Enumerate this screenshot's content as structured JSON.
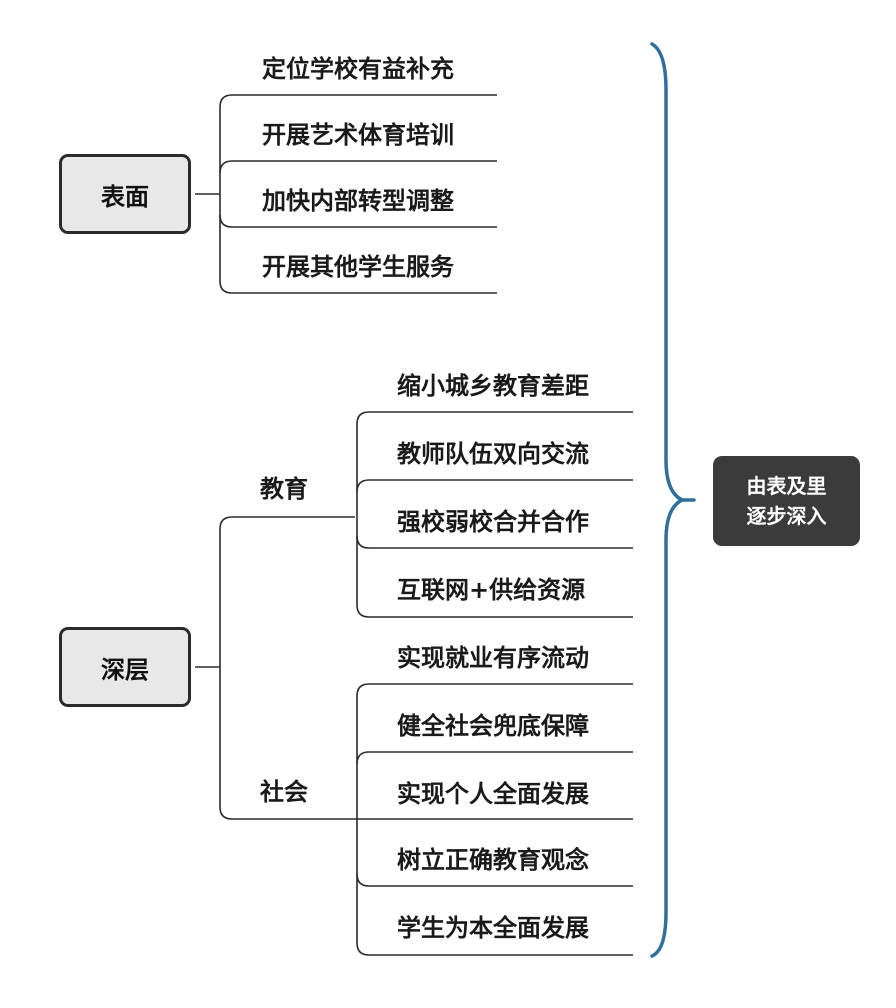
{
  "diagram": {
    "surface": {
      "label": "表面",
      "items": [
        "定位学校有益补充",
        "开展艺术体育培训",
        "加快内部转型调整",
        "开展其他学生服务"
      ]
    },
    "deep": {
      "label": "深层",
      "education": {
        "label": "教育",
        "items": [
          "缩小城乡教育差距",
          "教师队伍双向交流",
          "强校弱校合并合作",
          "互联网+供给资源"
        ]
      },
      "society": {
        "label": "社会",
        "items": [
          "实现就业有序流动",
          "健全社会兜底保障",
          "实现个人全面发展",
          "树立正确教育观念",
          "学生为本全面发展"
        ]
      }
    },
    "summary": {
      "line1": "由表及里",
      "line2": "逐步深入"
    }
  },
  "colors": {
    "line": "#2b2b2b",
    "brace": "#2e6f9e",
    "root_fill": "#e8e8e8",
    "summary_fill": "#3b3b3b"
  }
}
